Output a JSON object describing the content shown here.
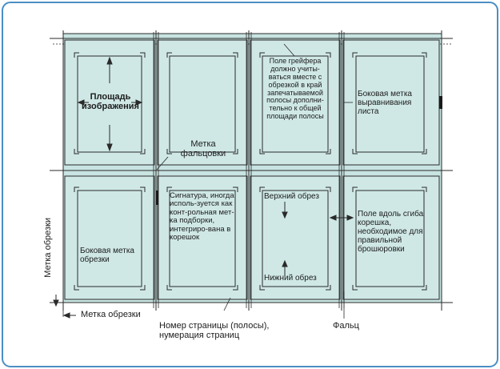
{
  "labels": {
    "image_area": "Площадь изображения",
    "fold_mark": "Метка фальцовки",
    "gripper_field": "Поле грейфера должно учиты-ваться вместе с обрезкой в край запечатываемой полосы дополни-тельно к общей площади полосы",
    "side_lay_mark": "Боковая метка выравнивания листа",
    "signature": "Сигнатура, иногда исполь-зуется как конт-рольная мет-ка подборки, интегриро-вана в корешок",
    "head_trim": "Верхний обрез",
    "foot_trim": "Нижний обрез",
    "spine_margin": "Поле вдоль сгиба корешка, необходимое для правильной брошюровки",
    "side_trim_mark": "Боковая метка обрезки",
    "trim_mark_vertical": "Метка обрезки",
    "trim_mark_bottom": "Метка обрезки",
    "page_number": "Номер страницы (полосы), нумерация страниц",
    "fold": "Фальц"
  },
  "colors": {
    "frame_border": "#4a8fc4",
    "sheet_fill": "#c8e4e2",
    "page_fill": "#cfe8e6",
    "line": "#2a2a2a",
    "marker": "#1a1a1a"
  }
}
